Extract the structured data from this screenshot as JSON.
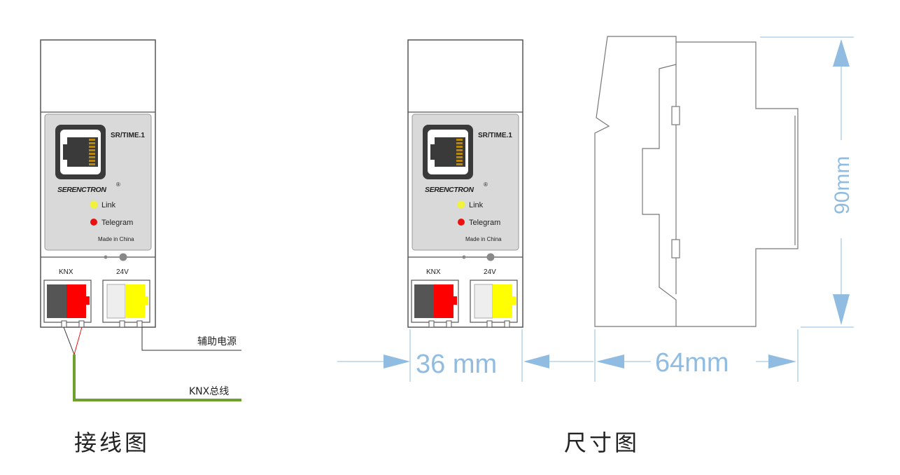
{
  "module": {
    "model": "SR/TIME.1",
    "brand": "SERENCTRON",
    "registered_mark": "®",
    "led_link": "Link",
    "led_telegram": "Telegram",
    "made_in": "Made in China",
    "terminal_knx": "KNX",
    "terminal_power": "24V"
  },
  "wiring": {
    "aux_power_label": "辅助电源",
    "bus_label": "KNX总线",
    "caption": "接线图"
  },
  "dimensions": {
    "width_label": "36 mm",
    "depth_label": "64mm",
    "height_label": "90mm",
    "caption": "尺寸图"
  },
  "colors": {
    "dimension": "#8fbce0",
    "bus_wire": "#6ea02e",
    "led_link": "#f2f23a",
    "led_telegram": "#e81010",
    "terminal_red": "#ff0000",
    "terminal_yellow": "#ffff00",
    "terminal_dark": "#555555",
    "face_plate": "#d9d9d9"
  }
}
